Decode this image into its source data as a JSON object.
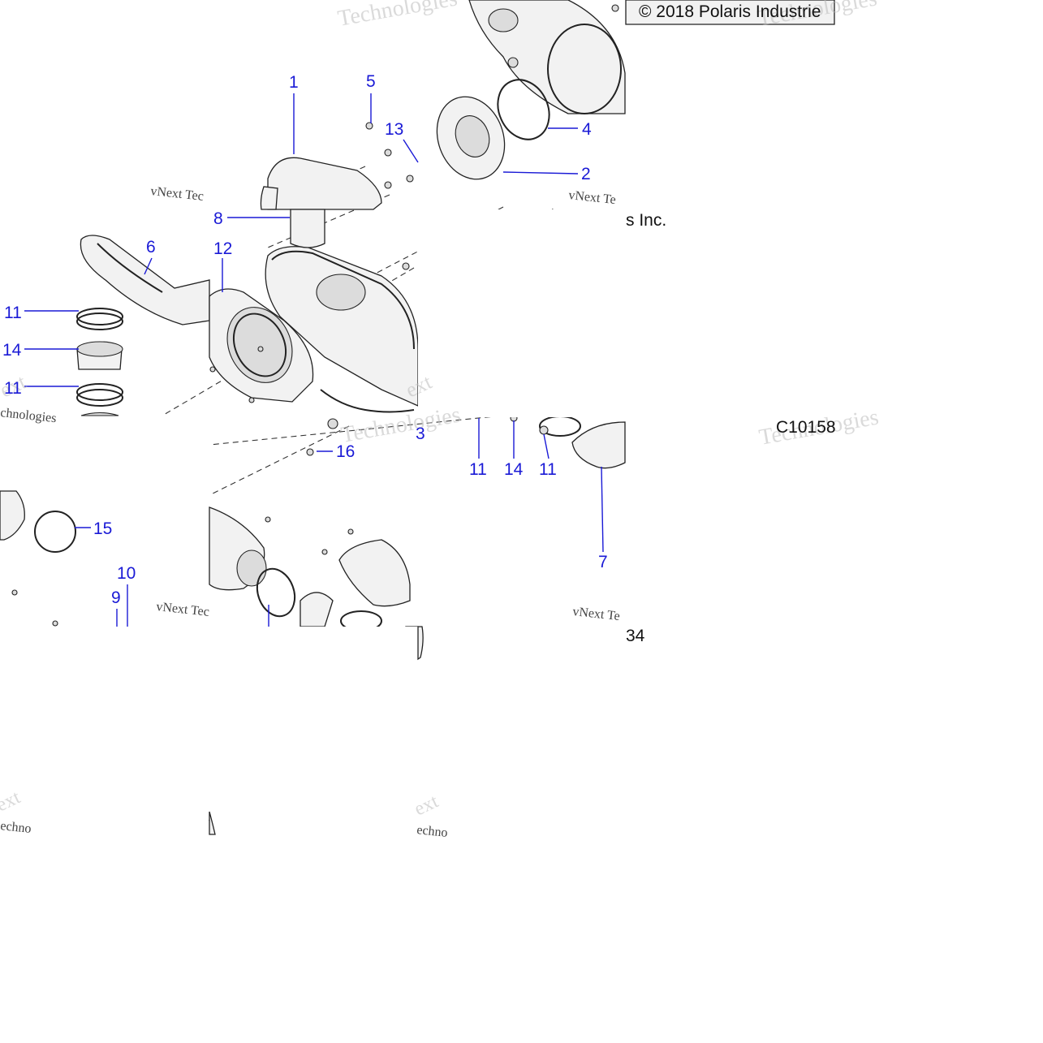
{
  "copyright": "© 2018 Polaris Industrie",
  "copyright_fragment": "s Inc.",
  "figure_id": "C10158",
  "footer_fragment": "34",
  "watermark": {
    "brand_a": "vNext Technologies",
    "brand_b": "Technologies",
    "brand_c": "Technologies",
    "brand_d": "Technologies",
    "brand_e": "vNext Tec",
    "brand_f": "vNext Te",
    "brand_g": "vNext Tec",
    "frag_a": "chnologies",
    "frag_b": "ext",
    "frag_c": "echno",
    "frag_d": "echno"
  },
  "callouts": {
    "c1": "1",
    "c2": "2",
    "c3": "3",
    "c4": "4",
    "c5": "5",
    "c6": "6",
    "c7": "7",
    "c8": "8",
    "c9": "9",
    "c10": "10",
    "c11a": "11",
    "c11b": "11",
    "c11c": "11",
    "c11d": "11",
    "c12": "12",
    "c13": "13",
    "c14a": "14",
    "c14b": "14",
    "c15": "15",
    "c16": "16"
  },
  "colors": {
    "callout": "#1a1ad6",
    "linework": "#222222",
    "watermark": "#bbbbbb"
  }
}
